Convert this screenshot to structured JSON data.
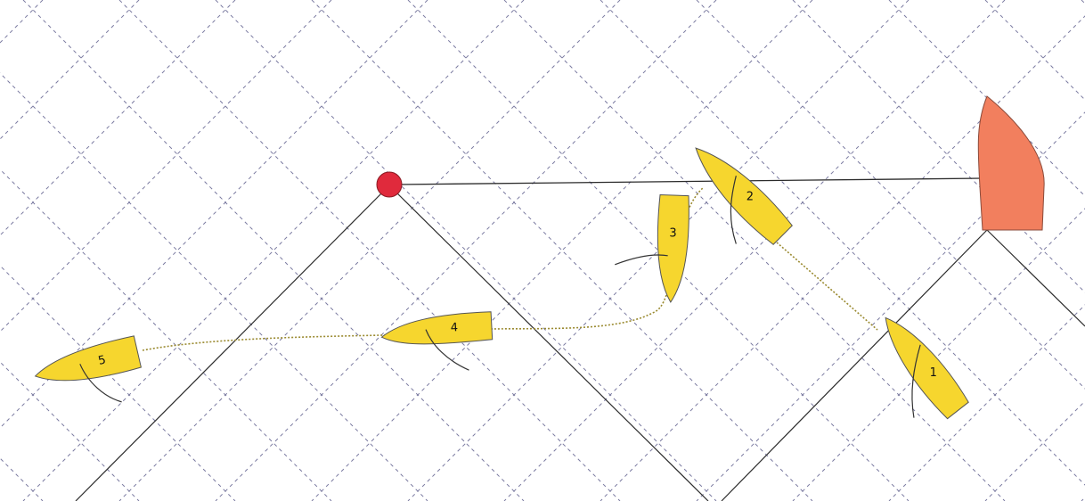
{
  "colors": {
    "boat_fill": "#f6d62e",
    "committee_boat_fill": "#f27f5e",
    "pin_mark_fill": "#e02a3c",
    "track": "#9a8a30",
    "grid": "#7a7aa0"
  },
  "pin_mark": {
    "name": "pin-end-mark-icon"
  },
  "committee_boat": {
    "name": "committee-boat-icon"
  },
  "boats": [
    {
      "label": "1"
    },
    {
      "label": "2"
    },
    {
      "label": "3"
    },
    {
      "label": "4"
    },
    {
      "label": "5"
    }
  ]
}
